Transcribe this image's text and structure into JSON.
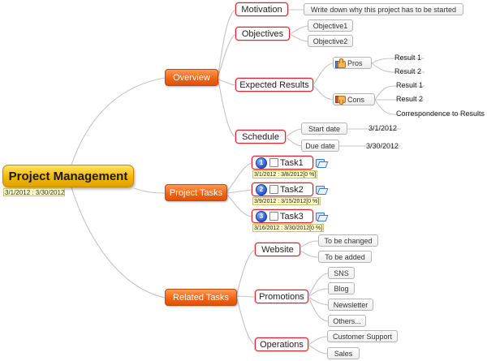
{
  "root": {
    "title": "Project Management",
    "dates": "3/1/2012 : 3/30/2012"
  },
  "overview": {
    "label": "Overview",
    "motivation": {
      "label": "Motivation",
      "note": "Write down why this project has to be started"
    },
    "objectives": {
      "label": "Objectives",
      "items": [
        "Objective1",
        "Objective2"
      ]
    },
    "expected_results": {
      "label": "Expected Results",
      "pros": {
        "label": "Pros",
        "icon": "thumbs-up-icon",
        "items": [
          "Result 1",
          "Result 2"
        ]
      },
      "cons": {
        "label": "Cons",
        "icon": "thumbs-down-icon",
        "items": [
          "Result 1",
          "Result 2",
          "Correspondence to Results"
        ]
      }
    },
    "schedule": {
      "label": "Schedule",
      "start": {
        "label": "Start date",
        "value": "3/1/2012"
      },
      "due": {
        "label": "Due date",
        "value": "3/30/2012"
      }
    }
  },
  "project_tasks": {
    "label": "Project Tasks",
    "tasks": [
      {
        "priority": "1",
        "label": "Task1",
        "dates": "3/1/2012 : 3/8/2012[0 %]",
        "icon": "folder-icon"
      },
      {
        "priority": "2",
        "label": "Task2",
        "dates": "3/9/2012 : 3/15/2012[0 %]",
        "icon": "folder-icon"
      },
      {
        "priority": "3",
        "label": "Task3",
        "dates": "3/16/2012 : 3/30/2012[0 %]",
        "icon": "folder-icon"
      }
    ]
  },
  "related_tasks": {
    "label": "Related Tasks",
    "website": {
      "label": "Website",
      "items": [
        "To be changed",
        "To be added"
      ]
    },
    "promotions": {
      "label": "Promotions",
      "items": [
        "SNS",
        "Blog",
        "Newsletter",
        "Others..."
      ]
    },
    "operations": {
      "label": "Operations",
      "items": [
        "Customer Support",
        "Sales"
      ]
    }
  },
  "colors": {
    "root_fill": "#f4b800",
    "main_fill": "#ef6215",
    "sub_border": "#d8262f",
    "connector": "#bfbfbf",
    "date_bar": "#fffec8"
  }
}
